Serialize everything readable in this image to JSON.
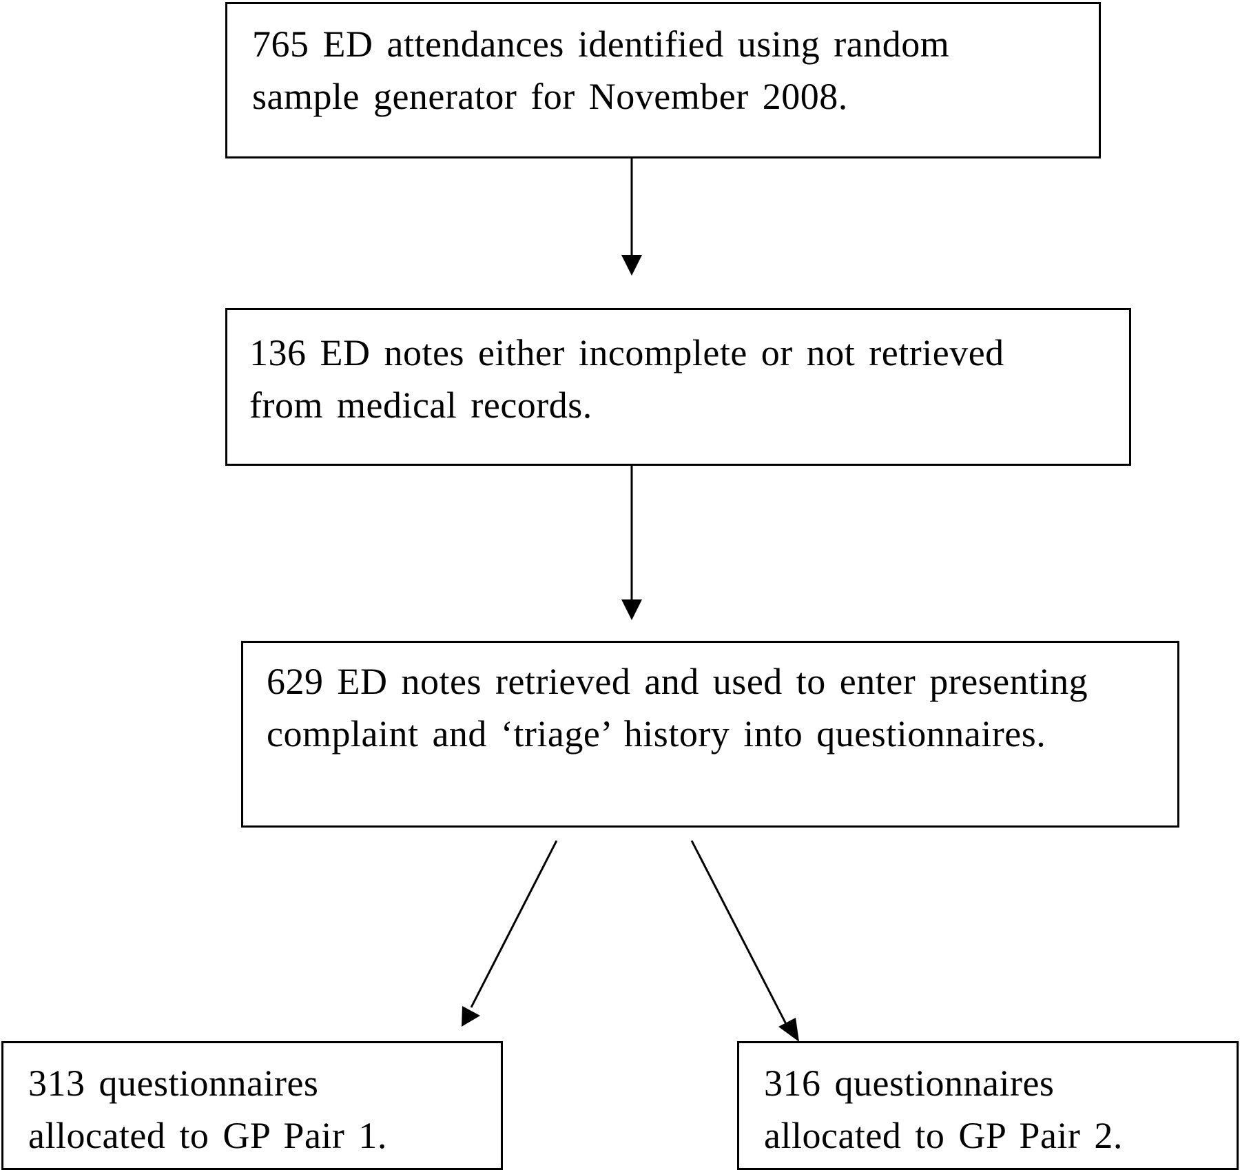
{
  "flowchart": {
    "boxes": [
      {
        "line1": "765 ED attendances identified using random",
        "line2": "sample generator for November 2008."
      },
      {
        "line1": "136 ED notes either incomplete or not retrieved",
        "line2": "from medical records."
      },
      {
        "line1": "629 ED notes retrieved and used to enter presenting",
        "line2": "complaint and ‘triage’ history into questionnaires."
      },
      {
        "line1": "313 questionnaires",
        "line2": "allocated to GP Pair 1."
      },
      {
        "line1": "316 questionnaires",
        "line2": "allocated to GP Pair 2."
      }
    ],
    "colors": {
      "line": "#000000",
      "background": "#ffffff"
    }
  }
}
